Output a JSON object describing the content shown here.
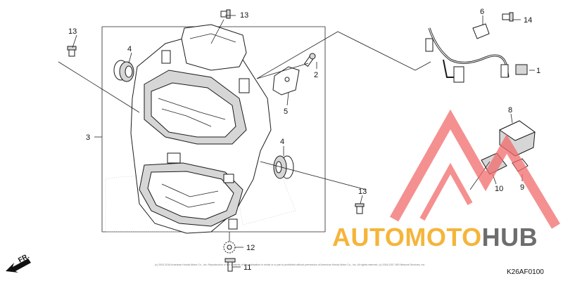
{
  "callouts": {
    "c1": "1",
    "c2": "2",
    "c3": "3",
    "c4a": "4",
    "c4b": "4",
    "c5": "5",
    "c6": "6",
    "c8": "8",
    "c9": "9",
    "c10": "10",
    "c11": "11",
    "c12": "12",
    "c13a": "13",
    "c13b": "13",
    "c13c": "13",
    "c14": "14"
  },
  "diagram_code": "K26AF0100",
  "direction_label": "FR.",
  "copyright": "(c) 2003-2016 American Honda Motor Co., Inc. Reproduction of the contents of this publication in whole or in part is prohibited without permission of American Honda Motor Co., Inc. All rights reserved. (c) 2004-2017 ARI Network Services, Inc.",
  "watermark": {
    "word_a": "AUTOMOTO",
    "word_b": "HUB",
    "color_a": "#f5b53a",
    "color_b": "#6d6d6d",
    "triangle_color": "#f26b6b"
  }
}
